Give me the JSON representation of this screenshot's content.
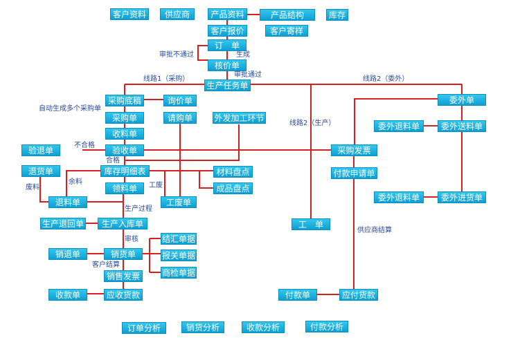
{
  "colors": {
    "node_fill": "#17b1e0",
    "node_border": "#0a8fc0",
    "connector": "#d42020",
    "edge_label": "#2a4a9a"
  },
  "nodes": {
    "customer_info": "客户资料",
    "supplier": "供应商",
    "product_info": "产品资料",
    "product_structure": "产品结构",
    "inventory": "库存",
    "customer_quote": "客户报价",
    "customer_sample": "客户寄样",
    "order": "订　单",
    "pricing_sheet": "核价单",
    "production_task": "生产任务单",
    "purchase_draft": "采购底稿",
    "inquiry": "询价单",
    "outsource_order": "委外单",
    "purchase_order": "采购单",
    "requisition": "请购单",
    "outsource_process": "外发加工环节",
    "outsource_return_material": "委外退料单",
    "outsource_send_material": "委外送料单",
    "receiving": "收料单",
    "inspection_return": "验退单",
    "inspection_receipt": "验收单",
    "purchase_invoice": "采购发票",
    "goods_return": "退货单",
    "inventory_detail": "库存明细表",
    "material_count": "材料盘点",
    "payment_request": "付款申请单",
    "picking": "领料单",
    "finished_count": "成品盘点",
    "material_return": "退料单",
    "scrap": "工废单",
    "outsource_return_2": "委外退料单",
    "outsource_in": "委外进货单",
    "production_return": "生产退回单",
    "production_in": "生产入库单",
    "work_order": "工　单",
    "summary_doc": "结汇单据",
    "sales_return": "销退单",
    "sales": "销货单",
    "customs_doc": "报关单据",
    "inspection_doc": "商检单据",
    "sales_invoice": "销售发票",
    "collection": "收款单",
    "receivable": "应收货款",
    "payment": "付款单",
    "payable": "应付货款",
    "order_analysis": "订单分析",
    "sales_analysis": "销货分析",
    "collection_analysis": "收款分析",
    "payment_analysis": "付款分析"
  },
  "edge_labels": {
    "approval_rejected": "审批不通过",
    "generate": "生成",
    "approved": "审批通过",
    "route1": "线路1（采购）",
    "route2_outsource": "线路2（委外）",
    "auto_generate": "自动生成多个采购单",
    "route2_production": "线路2（生产）",
    "rejected_quality": "不合格",
    "qualified": "合格",
    "surplus": "余料",
    "waste": "废料",
    "work_waste": "工废",
    "production_process": "生产过程",
    "review": "审核",
    "customer_settlement": "客户结算",
    "supplier_settlement": "供应商结算"
  }
}
